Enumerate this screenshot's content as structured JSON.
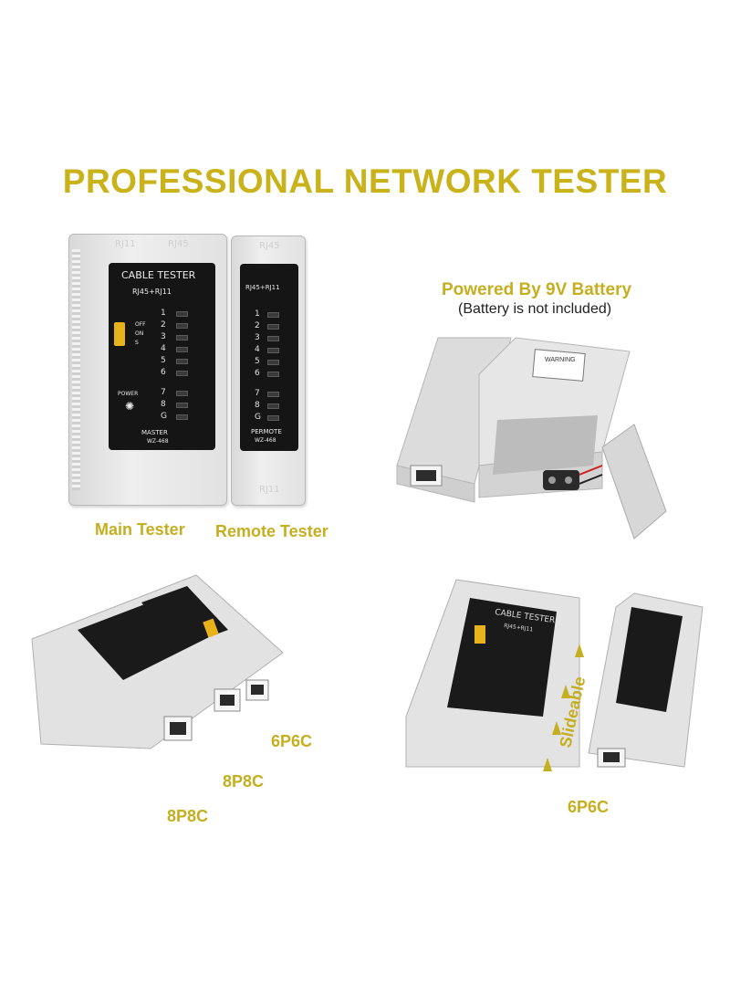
{
  "title": "PROFESSIONAL NETWORK TESTER",
  "battery": {
    "heading": "Powered By 9V Battery",
    "note": "(Battery is not included)",
    "warning_label": "WARNING"
  },
  "main_tester": {
    "caption": "Main Tester",
    "panel_title": "CABLE TESTER",
    "ports": "RJ45+RJ11",
    "switch_labels": [
      "OFF",
      "ON",
      "S"
    ],
    "pins": [
      "1",
      "2",
      "3",
      "4",
      "5",
      "6",
      "7",
      "8",
      "G"
    ],
    "power_label": "POWER",
    "brand": "MASTER",
    "model": "WZ-468",
    "top_labels": [
      "RJ11",
      "RJ45"
    ]
  },
  "remote_tester": {
    "caption": "Remote Tester",
    "ports": "RJ45+RJ11",
    "pins": [
      "1",
      "2",
      "3",
      "4",
      "5",
      "6",
      "7",
      "8",
      "G"
    ],
    "brand": "PERMOTE",
    "model": "WZ-468",
    "top_label": "RJ45",
    "bottom_label": "RJ11"
  },
  "ports_view": {
    "labels": [
      "6P6C",
      "8P8C",
      "8P8C"
    ]
  },
  "slide_view": {
    "panel_title": "CABLE TESTER",
    "ports": "RJ45+RJ11",
    "slide_label": "Slideable",
    "port_label": "6P6C"
  },
  "colors": {
    "accent": "#c9b21a",
    "device_body": "#e3e3e3",
    "panel": "#151515",
    "switch": "#e8b21a"
  }
}
